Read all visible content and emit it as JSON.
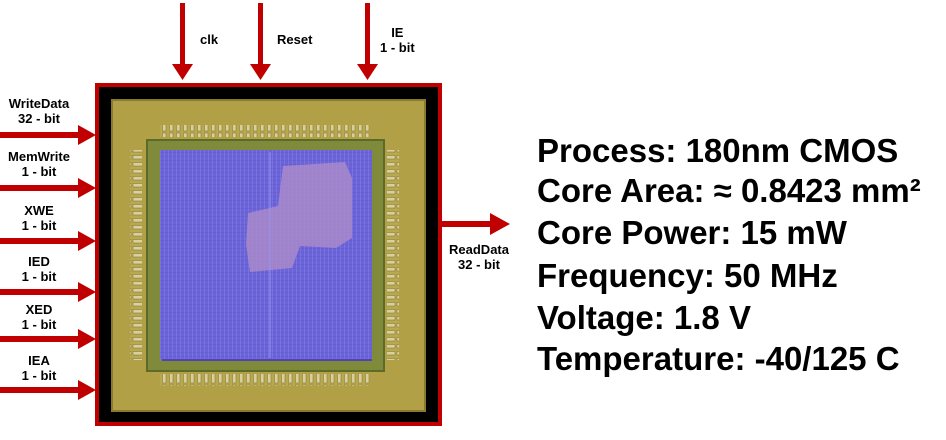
{
  "inputs_top": [
    {
      "name": "clk",
      "width": ""
    },
    {
      "name": "Reset",
      "width": ""
    },
    {
      "name": "IE",
      "width": "1 - bit"
    }
  ],
  "inputs_left": [
    {
      "name": "WriteData",
      "width": "32 - bit"
    },
    {
      "name": "MemWrite",
      "width": "1 - bit"
    },
    {
      "name": "XWE",
      "width": "1 - bit"
    },
    {
      "name": "IED",
      "width": "1 - bit"
    },
    {
      "name": "XED",
      "width": "1 - bit"
    },
    {
      "name": "IEA",
      "width": "1 - bit"
    }
  ],
  "output": {
    "name": "ReadData",
    "width": "32 - bit"
  },
  "specs": [
    "Process: 180nm CMOS",
    "Core Area: ≈ 0.8423 mm²",
    "Core Power: 15 mW",
    "Frequency: 50 MHz",
    "Voltage: 1.8 V",
    "Temperature: -40/125 C"
  ],
  "colors": {
    "arrow": "#c00000",
    "border": "#c00000",
    "frame": "#000000",
    "pad_ring": "#b2a046",
    "core": "#6b63d8"
  }
}
